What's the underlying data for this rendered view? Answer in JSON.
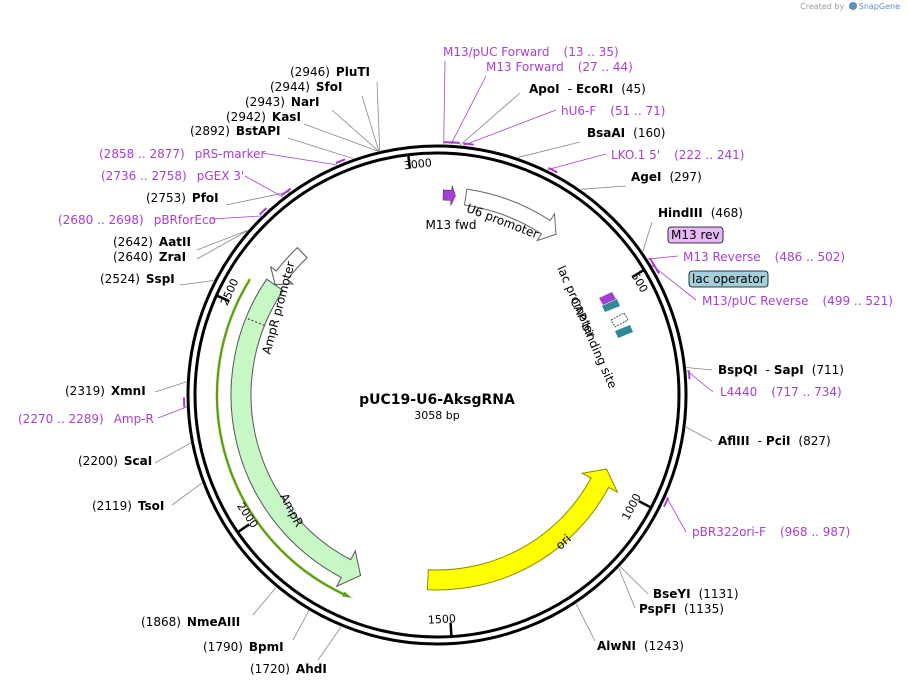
{
  "credit": {
    "prefix": "Created by",
    "brand": "SnapGene"
  },
  "plasmid": {
    "name": "pUC19-U6-AksgRNA",
    "length": "3058 bp",
    "size": 3058
  },
  "colors": {
    "primer": "#a53fd4",
    "ori": "#ffff00",
    "ampr": "#c8f7c6",
    "ampr_edge": "#7aa55a",
    "ampr_cds": "#5c9a1a",
    "cap": "#2f8a96",
    "lacop_box": "#a3cfdc",
    "m13rev_box": "#e6b8f5"
  },
  "ticks": [
    {
      "label": "500",
      "pos": 500
    },
    {
      "label": "1000",
      "pos": 1000
    },
    {
      "label": "1500",
      "pos": 1500
    },
    {
      "label": "2000",
      "pos": 2000
    },
    {
      "label": "2500",
      "pos": 2500
    },
    {
      "label": "3000",
      "pos": 3000
    }
  ],
  "enzymes": [
    {
      "name": "PluTI",
      "pos": "(2946)",
      "site": 2946
    },
    {
      "name": "SfoI",
      "pos": "(2944)",
      "site": 2944
    },
    {
      "name": "NarI",
      "pos": "(2943)",
      "site": 2943
    },
    {
      "name": "KasI",
      "pos": "(2942)",
      "site": 2942
    },
    {
      "name": "BstAPI",
      "pos": "(2892)",
      "site": 2892
    },
    {
      "name": "PfoI",
      "pos": "(2753)",
      "site": 2753
    },
    {
      "name": "AatII",
      "pos": "(2642)",
      "site": 2642
    },
    {
      "name": "ZraI",
      "pos": "(2640)",
      "site": 2640
    },
    {
      "name": "SspI",
      "pos": "(2524)",
      "site": 2524
    },
    {
      "name": "XmnI",
      "pos": "(2319)",
      "site": 2319
    },
    {
      "name": "ScaI",
      "pos": "(2200)",
      "site": 2200
    },
    {
      "name": "TsoI",
      "pos": "(2119)",
      "site": 2119
    },
    {
      "name": "NmeAIII",
      "pos": "(1868)",
      "site": 1868
    },
    {
      "name": "BpmI",
      "pos": "(1790)",
      "site": 1790
    },
    {
      "name": "AhdI",
      "pos": "(1720)",
      "site": 1720
    },
    {
      "name": "ApoI",
      "sep": "-",
      "name2": "EcoRI",
      "pos": "(45)",
      "site": 45
    },
    {
      "name": "BsaAI",
      "pos": "(160)",
      "site": 160
    },
    {
      "name": "AgeI",
      "pos": "(297)",
      "site": 297
    },
    {
      "name": "HindIII",
      "pos": "(468)",
      "site": 468
    },
    {
      "name": "BspQI",
      "sep": "-",
      "name2": "SapI",
      "pos": "(711)",
      "site": 711
    },
    {
      "name": "AflIII",
      "sep": "-",
      "name2": "PciI",
      "pos": "(827)",
      "site": 827
    },
    {
      "name": "BseYI",
      "pos": "(1131)",
      "site": 1131
    },
    {
      "name": "PspFI",
      "pos": "(1135)",
      "site": 1135
    },
    {
      "name": "AlwNI",
      "pos": "(1243)",
      "site": 1243
    }
  ],
  "primers": [
    {
      "name": "M13/pUC Forward",
      "range": "(13 .. 35)",
      "start": 13,
      "end": 35
    },
    {
      "name": "M13 Forward",
      "range": "(27 .. 44)",
      "start": 27,
      "end": 44
    },
    {
      "name": "hU6-F",
      "range": "(51 .. 71)",
      "start": 51,
      "end": 71
    },
    {
      "name": "LKO.1 5'",
      "range": "(222 .. 241)",
      "start": 222,
      "end": 241
    },
    {
      "name": "M13 Reverse",
      "range": "(486 .. 502)",
      "start": 486,
      "end": 502
    },
    {
      "name": "M13/pUC Reverse",
      "range": "(499 .. 521)",
      "start": 499,
      "end": 521
    },
    {
      "name": "L4440",
      "range": "(717 .. 734)",
      "start": 717,
      "end": 734
    },
    {
      "name": "pBR322ori-F",
      "range": "(968 .. 987)",
      "start": 968,
      "end": 987
    },
    {
      "name": "pRS-marker",
      "range": "(2858 .. 2877)",
      "start": 2858,
      "end": 2877
    },
    {
      "name": "pGEX 3'",
      "range": "(2736 .. 2758)",
      "start": 2736,
      "end": 2758
    },
    {
      "name": "pBRforEco",
      "range": "(2680 .. 2698)",
      "start": 2680,
      "end": 2698
    },
    {
      "name": "Amp-R",
      "range": "(2270 .. 2289)",
      "start": 2270,
      "end": 2289
    }
  ],
  "boxed_labels": [
    {
      "name": "M13 rev"
    },
    {
      "name": "lac operator"
    }
  ],
  "features": [
    {
      "name": "U6 promoter",
      "start": 70,
      "end": 310,
      "type": "promoter"
    },
    {
      "name": "M13 fwd",
      "start": 27,
      "end": 44,
      "type": "primer_bind"
    },
    {
      "name": "lac promoter",
      "type": "promoter"
    },
    {
      "name": "CAP binding site",
      "type": "protein_bind"
    },
    {
      "name": "ori",
      "start": 965,
      "end": 1553,
      "type": "rep_origin",
      "reverse": true
    },
    {
      "name": "AmpR",
      "start": 1724,
      "end": 2584,
      "type": "CDS",
      "reverse": true
    },
    {
      "name": "AmpR promoter",
      "start": 2585,
      "end": 2689,
      "type": "promoter",
      "reverse": true
    }
  ]
}
